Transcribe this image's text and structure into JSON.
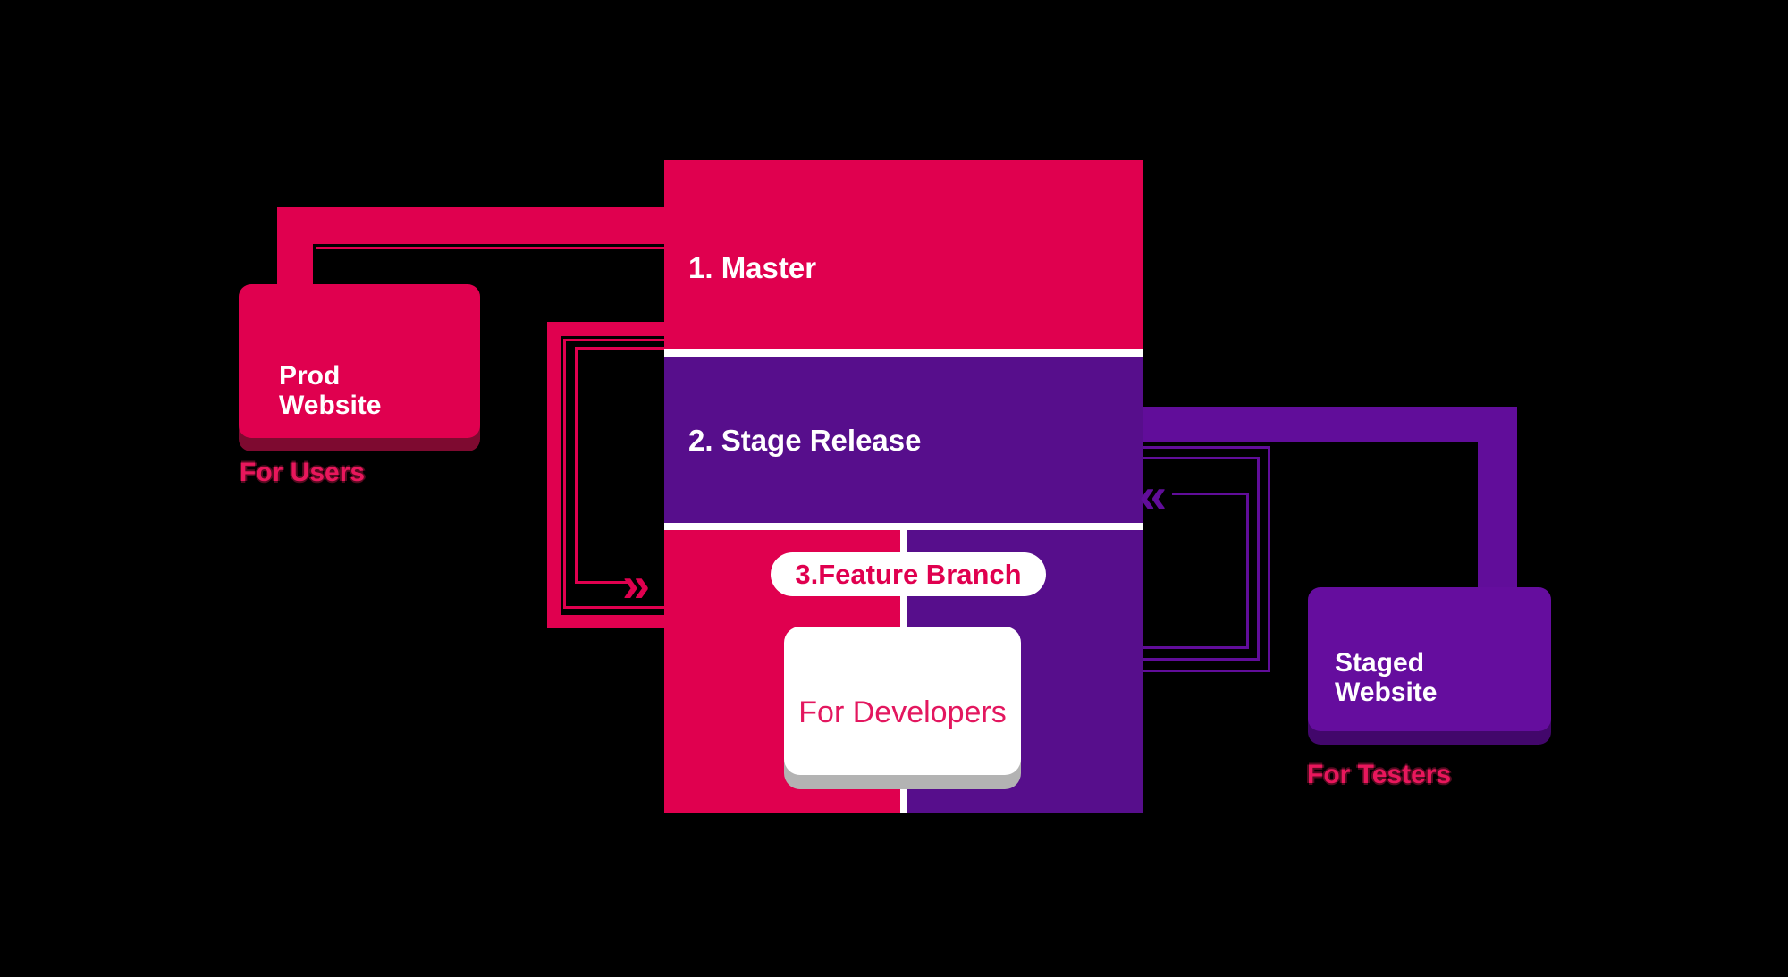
{
  "diagram": {
    "background": "#000000",
    "colors": {
      "pink": "#E0004F",
      "pink_shadow": "#7E0A30",
      "purple_section": "#570E8C",
      "purple_connector": "#610D9A",
      "staged_box_purple": "#650D9E",
      "staged_box_shadow": "#42076B",
      "card_shadow_gray": "#B3B3B3",
      "caption_pink": "#E8175C",
      "caption_outline": "#550A20",
      "white": "#FFFFFF"
    },
    "branches": {
      "master_label": "1. Master",
      "stage_label": "2. Stage Release",
      "feature_label": "3.Feature Branch"
    },
    "cards": {
      "developers_label": "For Developers"
    },
    "prod": {
      "title_line1": "Prod",
      "title_line2": "Website",
      "caption": "For Users"
    },
    "staged": {
      "title_line1": "Staged",
      "title_line2": "Website",
      "caption": "For Testers"
    },
    "arrows": {
      "merge_into_feature": "»",
      "merge_into_stage": "«"
    }
  }
}
